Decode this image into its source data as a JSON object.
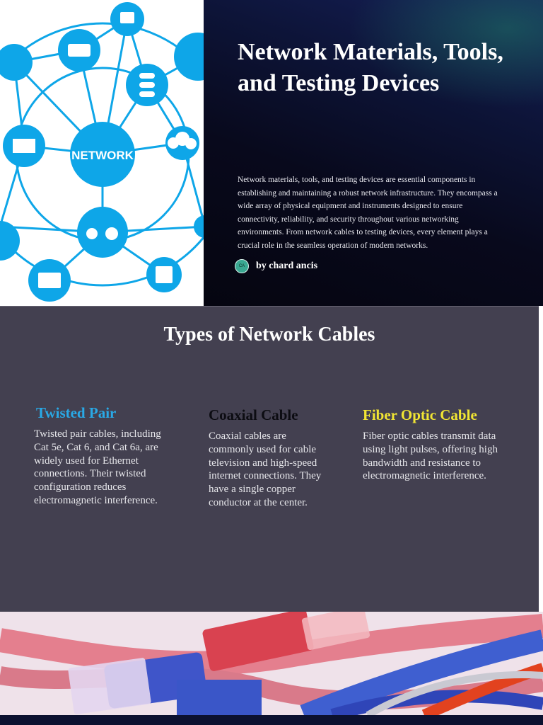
{
  "hero": {
    "title": "Network Materials, Tools, and Testing Devices",
    "body": "Network materials, tools, and testing devices are essential components in establishing and maintaining a robust network infrastructure. They encompass a wide array of physical equipment and instruments designed to ensure connectivity, reliability, and security throughout various networking environments. From network cables to testing devices, every element plays a crucial role in the seamless operation of modern networks.",
    "avatar_initials": "CA",
    "author": "by chard ancis"
  },
  "network_art": {
    "center_label": "NETWORK",
    "accent": "#0ea6e8"
  },
  "cables": {
    "title": "Types of Network Cables",
    "items": [
      {
        "heading": "Twisted Pair",
        "text": "Twisted pair cables, including Cat 5e, Cat 6, and Cat 6a, are widely used for Ethernet connections. Their twisted configuration reduces electromagnetic interference.",
        "color": "#29a9e6"
      },
      {
        "heading": "Coaxial Cable",
        "text": "Coaxial cables are commonly used for cable television and high-speed internet connections. They have a single copper conductor at the center.",
        "color": "#0c0c12"
      },
      {
        "heading": "Fiber Optic Cable",
        "text": "Fiber optic cables transmit data using light pulses, offering high bandwidth and resistance to electromagnetic interference.",
        "color": "#f1e533"
      }
    ]
  },
  "colors": {
    "slide_bg": "#434050",
    "hero_bg": "#08091c"
  }
}
